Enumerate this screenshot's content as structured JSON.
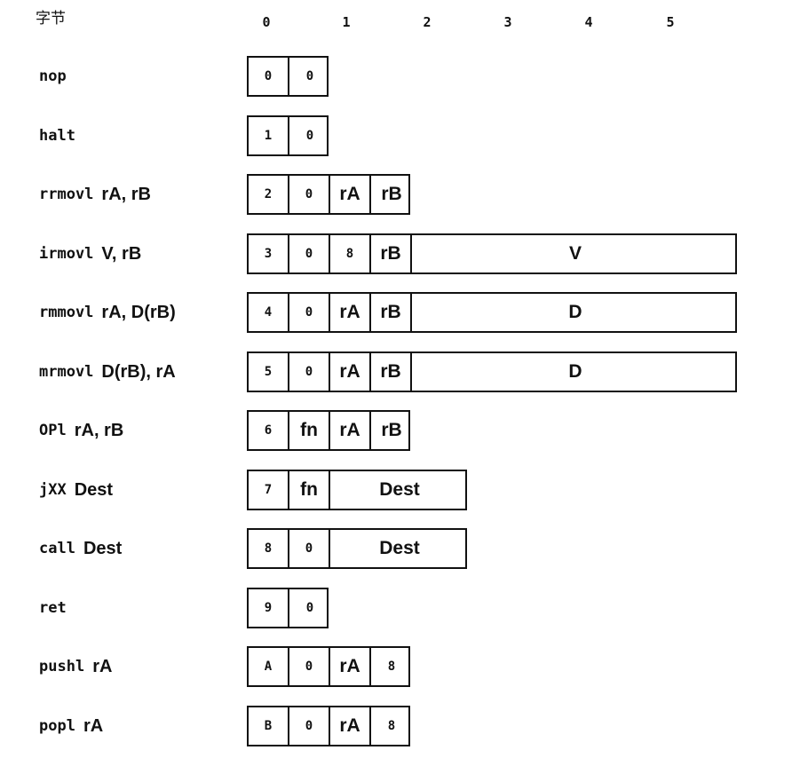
{
  "header": {
    "label": "字节",
    "byte_indices": [
      "0",
      "1",
      "2",
      "3",
      "4",
      "5"
    ]
  },
  "instructions": [
    {
      "mnemonic": "nop",
      "args": "",
      "cells": [
        {
          "text": "0",
          "kind": "nib",
          "bytes": 0.5
        },
        {
          "text": "0",
          "kind": "nib",
          "bytes": 0.5
        }
      ]
    },
    {
      "mnemonic": "halt",
      "args": "",
      "cells": [
        {
          "text": "1",
          "kind": "nib",
          "bytes": 0.5
        },
        {
          "text": "0",
          "kind": "nib",
          "bytes": 0.5
        }
      ]
    },
    {
      "mnemonic": "rrmovl",
      "args": "rA, rB",
      "cells": [
        {
          "text": "2",
          "kind": "nib",
          "bytes": 0.5
        },
        {
          "text": "0",
          "kind": "nib",
          "bytes": 0.5
        },
        {
          "text": "rA",
          "kind": "reg",
          "bytes": 0.5
        },
        {
          "text": "rB",
          "kind": "reg",
          "bytes": 0.5
        }
      ]
    },
    {
      "mnemonic": "irmovl",
      "args": "V, rB",
      "cells": [
        {
          "text": "3",
          "kind": "nib",
          "bytes": 0.5
        },
        {
          "text": "0",
          "kind": "nib",
          "bytes": 0.5
        },
        {
          "text": "8",
          "kind": "nib",
          "bytes": 0.5
        },
        {
          "text": "rB",
          "kind": "reg",
          "bytes": 0.5
        },
        {
          "text": "V",
          "kind": "word",
          "bytes": 4
        }
      ]
    },
    {
      "mnemonic": "rmmovl",
      "args": "rA, D(rB)",
      "cells": [
        {
          "text": "4",
          "kind": "nib",
          "bytes": 0.5
        },
        {
          "text": "0",
          "kind": "nib",
          "bytes": 0.5
        },
        {
          "text": "rA",
          "kind": "reg",
          "bytes": 0.5
        },
        {
          "text": "rB",
          "kind": "reg",
          "bytes": 0.5
        },
        {
          "text": "D",
          "kind": "word",
          "bytes": 4
        }
      ]
    },
    {
      "mnemonic": "mrmovl",
      "args": "D(rB), rA",
      "cells": [
        {
          "text": "5",
          "kind": "nib",
          "bytes": 0.5
        },
        {
          "text": "0",
          "kind": "nib",
          "bytes": 0.5
        },
        {
          "text": "rA",
          "kind": "reg",
          "bytes": 0.5
        },
        {
          "text": "rB",
          "kind": "reg",
          "bytes": 0.5
        },
        {
          "text": "D",
          "kind": "word",
          "bytes": 4
        }
      ]
    },
    {
      "mnemonic": "OPl",
      "args": "rA, rB",
      "cells": [
        {
          "text": "6",
          "kind": "nib",
          "bytes": 0.5
        },
        {
          "text": "fn",
          "kind": "reg",
          "bytes": 0.5
        },
        {
          "text": "rA",
          "kind": "reg",
          "bytes": 0.5
        },
        {
          "text": "rB",
          "kind": "reg",
          "bytes": 0.5
        }
      ]
    },
    {
      "mnemonic": "jXX",
      "args": "Dest",
      "cells": [
        {
          "text": "7",
          "kind": "nib",
          "bytes": 0.5
        },
        {
          "text": "fn",
          "kind": "reg",
          "bytes": 0.5
        },
        {
          "text": "Dest",
          "kind": "word",
          "bytes": 1.7
        }
      ]
    },
    {
      "mnemonic": "call",
      "args": "Dest",
      "cells": [
        {
          "text": "8",
          "kind": "nib",
          "bytes": 0.5
        },
        {
          "text": "0",
          "kind": "nib",
          "bytes": 0.5
        },
        {
          "text": "Dest",
          "kind": "word",
          "bytes": 1.7
        }
      ]
    },
    {
      "mnemonic": "ret",
      "args": "",
      "cells": [
        {
          "text": "9",
          "kind": "nib",
          "bytes": 0.5
        },
        {
          "text": "0",
          "kind": "nib",
          "bytes": 0.5
        }
      ]
    },
    {
      "mnemonic": "pushl",
      "args": "rA",
      "cells": [
        {
          "text": "A",
          "kind": "nib",
          "bytes": 0.5
        },
        {
          "text": "0",
          "kind": "nib",
          "bytes": 0.5
        },
        {
          "text": "rA",
          "kind": "reg",
          "bytes": 0.5
        },
        {
          "text": "8",
          "kind": "nib",
          "bytes": 0.5
        }
      ]
    },
    {
      "mnemonic": "popl",
      "args": "rA",
      "cells": [
        {
          "text": "B",
          "kind": "nib",
          "bytes": 0.5
        },
        {
          "text": "0",
          "kind": "nib",
          "bytes": 0.5
        },
        {
          "text": "rA",
          "kind": "reg",
          "bytes": 0.5
        },
        {
          "text": "8",
          "kind": "nib",
          "bytes": 0.5
        }
      ]
    }
  ]
}
